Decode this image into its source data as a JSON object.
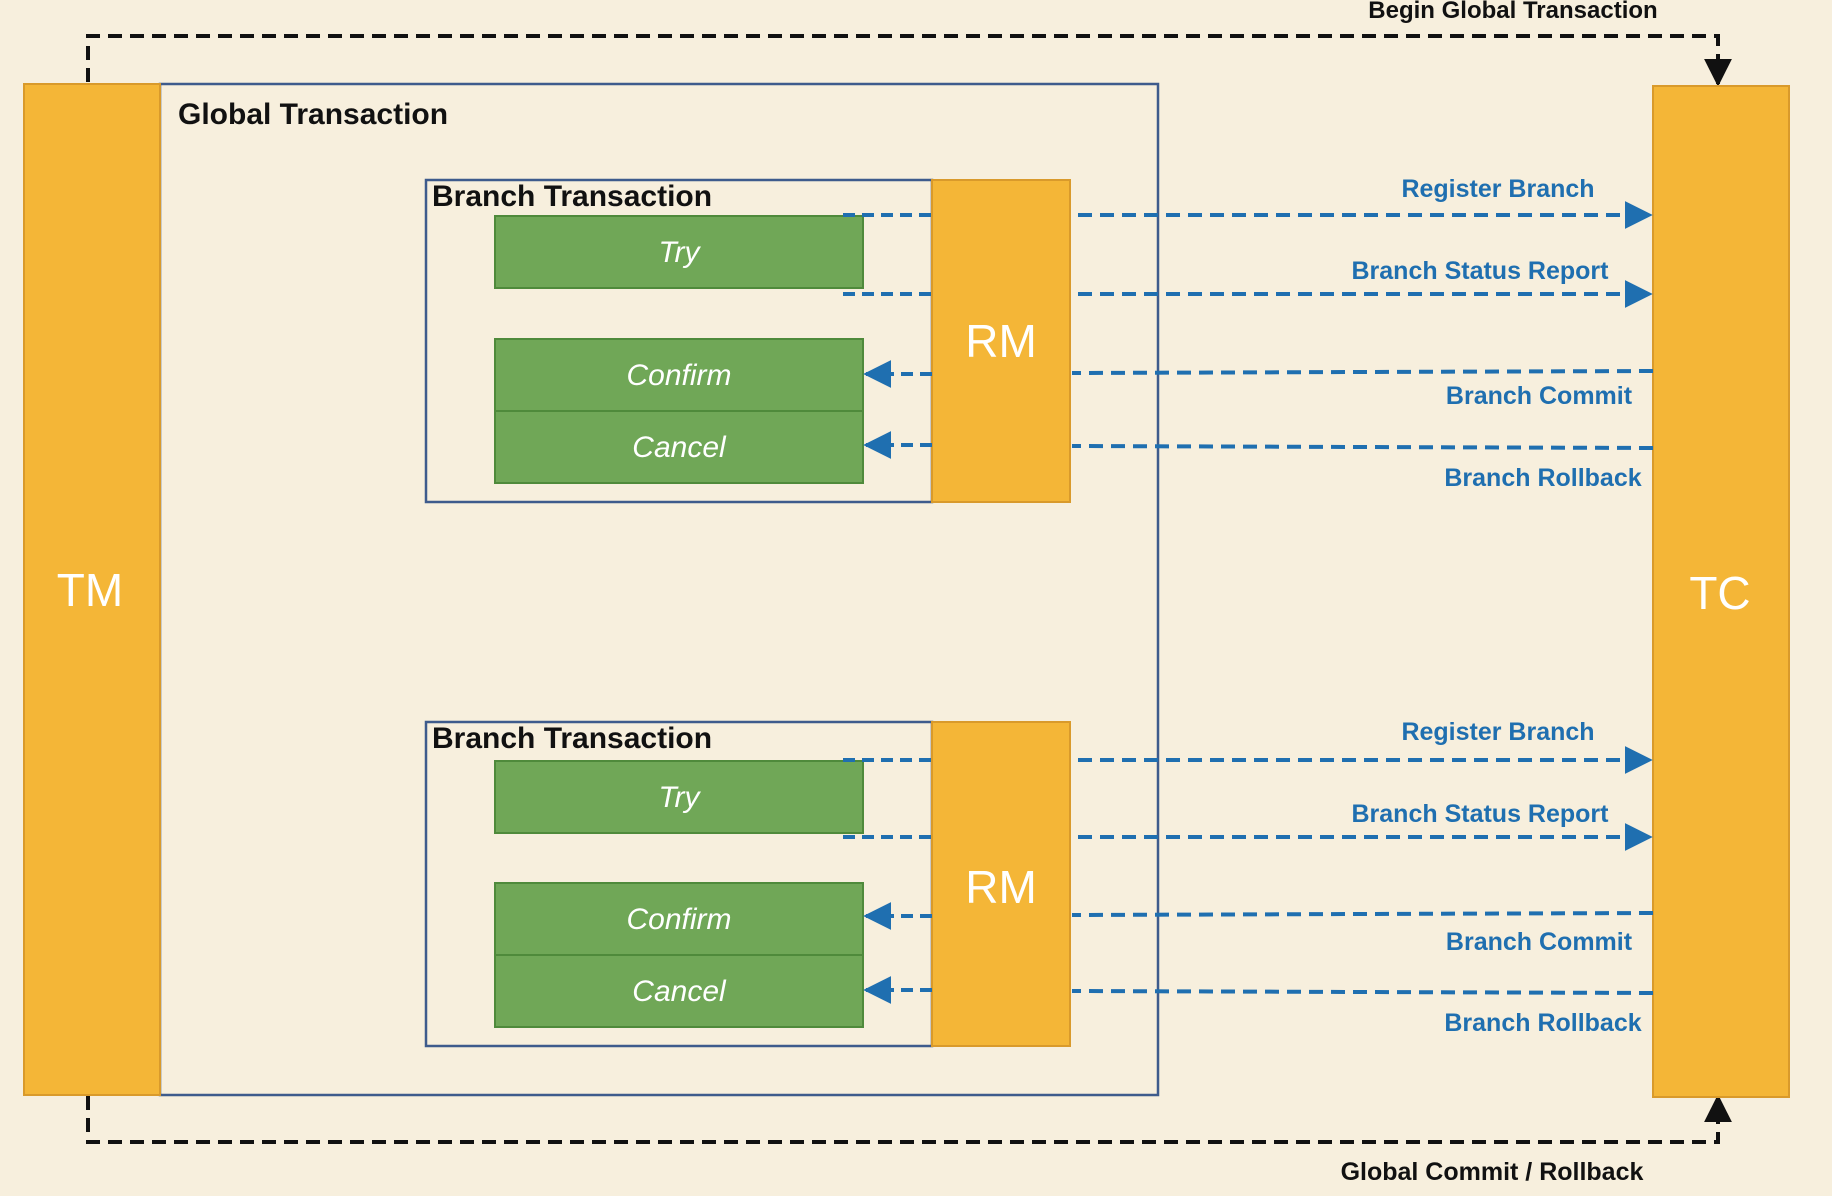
{
  "colors": {
    "background": "#f7efdd",
    "orange": "#f4b637",
    "orange_border": "#d99a2b",
    "green": "#70a757",
    "green_border": "#4f8a3b",
    "blue": "#1f6fb0",
    "frame": "#3e5b8c",
    "dark": "#111111",
    "white": "#ffffff"
  },
  "tm_label": "TM",
  "tc_label": "TC",
  "global_transaction_label": "Global Transaction",
  "begin_global_label": "Begin Global Transaction",
  "global_commit_label": "Global Commit / Rollback",
  "branches": [
    {
      "title": "Branch Transaction",
      "try_label": "Try",
      "confirm_label": "Confirm",
      "cancel_label": "Cancel",
      "rm_label": "RM",
      "register_label": "Register Branch",
      "status_label": "Branch Status Report",
      "commit_label": "Branch Commit",
      "rollback_label": "Branch Rollback"
    },
    {
      "title": "Branch Transaction",
      "try_label": "Try",
      "confirm_label": "Confirm",
      "cancel_label": "Cancel",
      "rm_label": "RM",
      "register_label": "Register Branch",
      "status_label": "Branch Status Report",
      "commit_label": "Branch Commit",
      "rollback_label": "Branch Rollback"
    }
  ]
}
